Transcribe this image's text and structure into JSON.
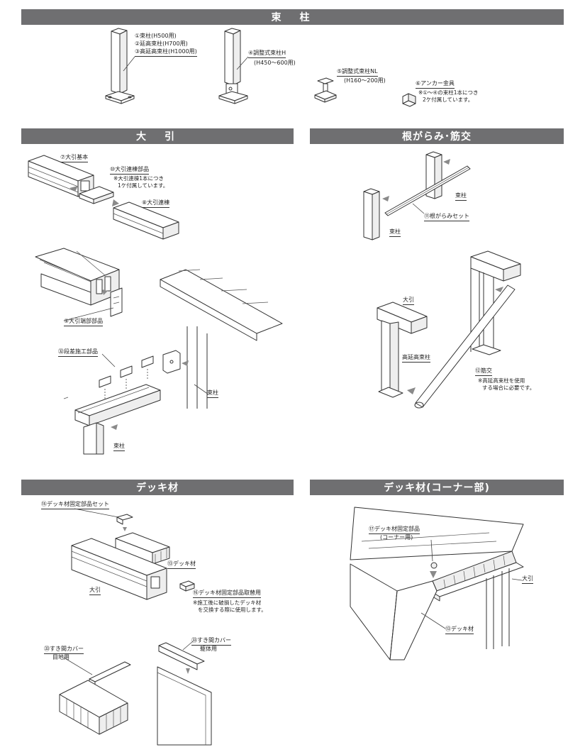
{
  "sections": {
    "tsukabashira": "束　柱",
    "obiki": "大　引",
    "negarami": "根がらみ･筋交",
    "deck": "デッキ材",
    "deck_corner": "デッキ材(コーナー部)"
  },
  "labels": {
    "p1": "①束柱(H500用)",
    "p2": "②延高束柱(H700用)",
    "p3": "③高延高束柱(H1000用)",
    "p4": "④調整式束柱H",
    "p4_range": "(H450～600用)",
    "p5": "⑤調整式束柱NL",
    "p5_range": "(H160～200用)",
    "p6": "⑥アンカー金具",
    "p6_note1": "※①～④の束柱1本につき",
    "p6_note2": "2ケ付属しています。",
    "p7": "⑦大引基本",
    "p10": "⑩大引連棟部品",
    "p10_note1": "※大引連棟1本につき",
    "p10_note2": "1ケ付属しています。",
    "p8": "⑧大引連棟",
    "p9": "⑨大引端部部品",
    "p32": "㉜段差施工部品",
    "tsuka1": "束柱",
    "tsuka2": "束柱",
    "tsuka3": "束柱",
    "tsuka4": "束柱",
    "p11": "⑪根がらみセット",
    "obiki1": "大引",
    "koentaka": "高延高束柱",
    "p12": "⑫筋交",
    "p12_note1": "※高延高束柱を使用",
    "p12_note2": "する場合に必要です。",
    "p15": "⑮デッキ材固定部品セット",
    "p13a": "⑬デッキ材",
    "obiki2": "大引",
    "p16": "⑯デッキ材固定部品取替用",
    "p16_note1": "※施工後に破損したデッキ材",
    "p16_note2": "を交換する際に使用します。",
    "p33a": "㉝すき間カバー",
    "p33a_sub": "目地用",
    "p33b": "㉝すき間カバー",
    "p33b_sub": "躯体用",
    "p17": "⑰デッキ材固定部品",
    "p17_sub": "(コーナー用)",
    "obiki3": "大引",
    "p13b": "⑬デッキ材"
  }
}
